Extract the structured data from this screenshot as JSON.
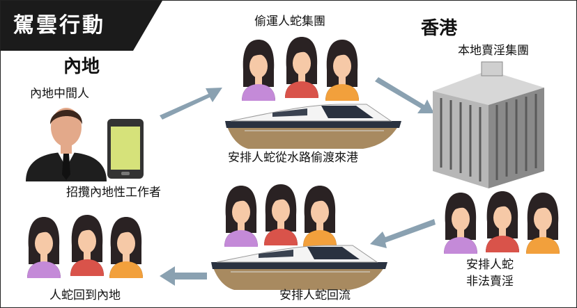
{
  "title": "駕雲行動",
  "regions": {
    "mainland": "內地",
    "hongkong": "香港"
  },
  "captions": {
    "mainland_middleman": "內地中間人",
    "recruit_workers": "招攬內地性工作者",
    "smuggling_group": "偷運人蛇集團",
    "boat_to_hk": "安排人蛇從水路偷渡來港",
    "local_vice_group": "本地賣淫集團",
    "arrange_line1": "安排人蛇",
    "arrange_line2": "非法賣淫",
    "boat_return": "安排人蛇回流",
    "return_mainland": "人蛇回到內地"
  },
  "colors": {
    "banner": "#1b1b1b",
    "arrow": "#8aa1b1",
    "hull_top": "#2a3240",
    "hull_bottom": "#a88a60",
    "skin": "#f6c9a7",
    "hair": "#2a2223",
    "shirt_purple": "#c48ad8",
    "shirt_red": "#d9534a",
    "shirt_orange": "#f2a03c",
    "phone_screen": "#d6e27a"
  }
}
